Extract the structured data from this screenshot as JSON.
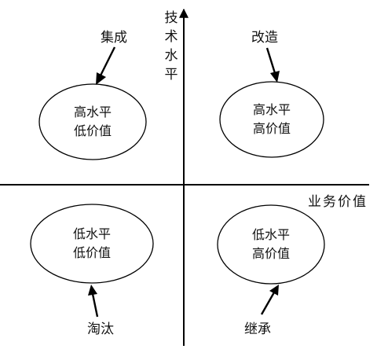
{
  "axes": {
    "y_label_chars": [
      "技",
      "术",
      "水",
      "平"
    ],
    "x_label": "业务价值"
  },
  "quadrants": [
    {
      "key": "top-left",
      "label": "集成",
      "line1": "高水平",
      "line2": "低价值"
    },
    {
      "key": "top-right",
      "label": "改造",
      "line1": "高水平",
      "line2": "高价值"
    },
    {
      "key": "bottom-left",
      "label": "淘汰",
      "line1": "低水平",
      "line2": "低价值"
    },
    {
      "key": "bottom-right",
      "label": "继承",
      "line1": "低水平",
      "line2": "高价值"
    }
  ]
}
